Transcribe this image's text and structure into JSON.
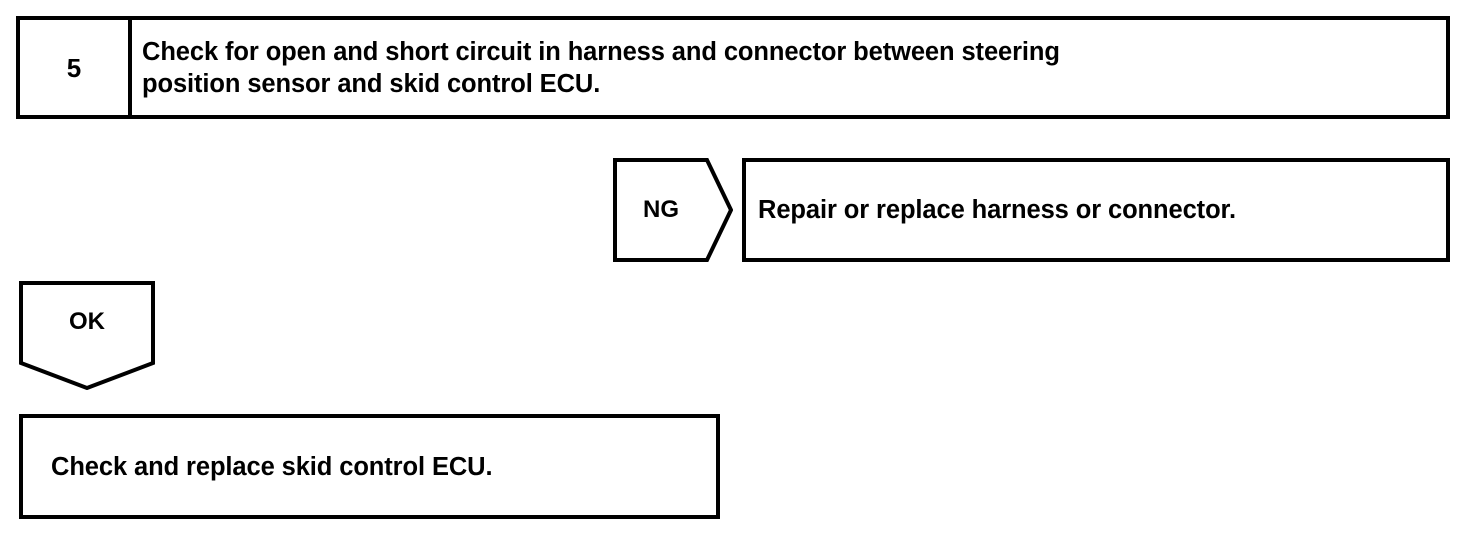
{
  "document": {
    "type": "troubleshooting-flowchart",
    "background_color": "#ffffff",
    "line_color": "#000000"
  },
  "step": {
    "number": "5",
    "instruction": "Check for open and short circuit in harness and connector between steering\nposition sensor and skid control ECU."
  },
  "branches": {
    "ng": {
      "label": "NG",
      "shape": "right-pointing-pentagon",
      "result_box": {
        "text": "Repair or replace harness or connector."
      }
    },
    "ok": {
      "label": "OK",
      "shape": "down-pointing-pentagon",
      "result_box": {
        "text": "Check and replace skid control ECU."
      }
    }
  }
}
